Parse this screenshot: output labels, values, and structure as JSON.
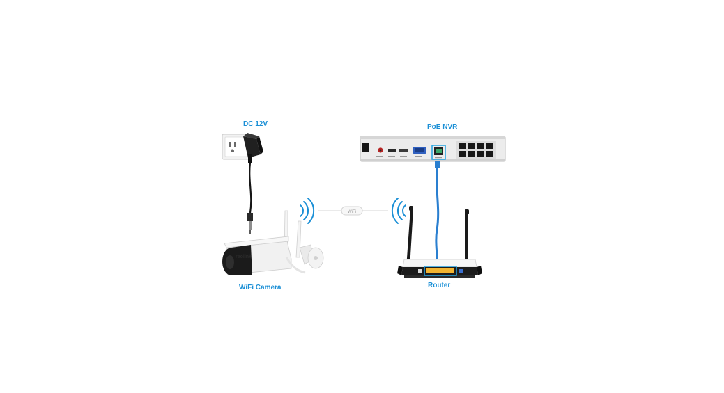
{
  "colors": {
    "label": "#1a8fd6",
    "cable_blue": "#2a7fd0",
    "highlight": "#23a3e0",
    "port_yellow": "#f2b430",
    "camera_body": "#f1f1f1",
    "camera_lens": "#1b1b1b",
    "nvr_body": "#e9e9e9",
    "router_body": "#f4f4f4",
    "router_base": "#1c1c1c"
  },
  "labels": {
    "power": "DC 12V",
    "nvr": "PoE NVR",
    "camera": "WiFi Camera",
    "router": "Router",
    "wifi_badge": "WiFi",
    "camera_brand": "reolink"
  },
  "icons": {
    "outlet": "wall-outlet-icon",
    "adapter": "power-adapter-icon",
    "wifi_left": "wifi-signal-icon",
    "wifi_right": "wifi-signal-icon"
  }
}
